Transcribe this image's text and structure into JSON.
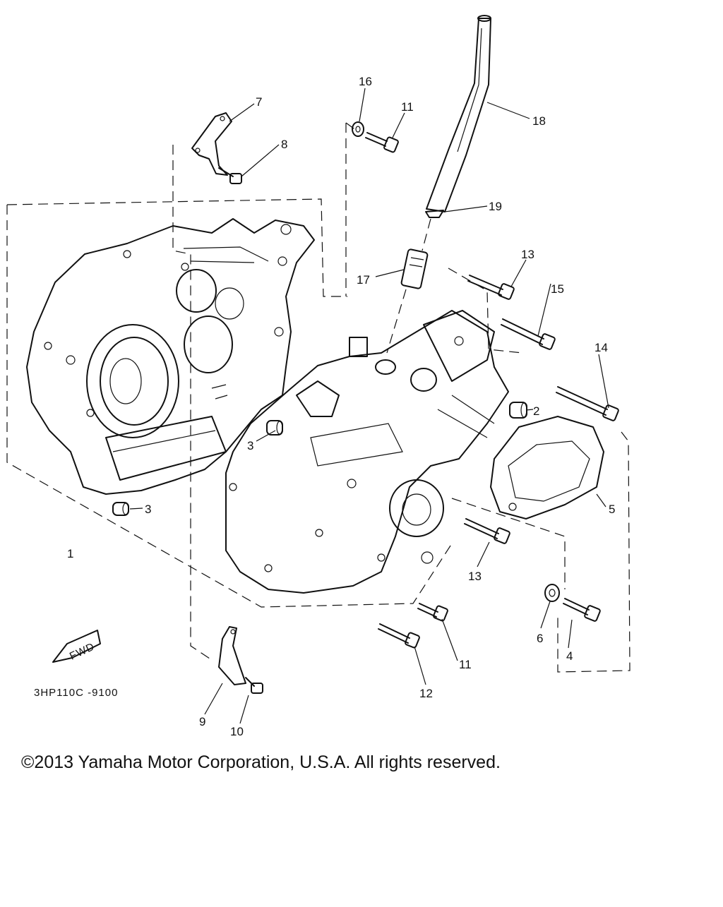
{
  "diagram": {
    "callouts": [
      {
        "id": "c1",
        "text": "1"
      },
      {
        "id": "c2",
        "text": "2"
      },
      {
        "id": "c3a",
        "text": "3"
      },
      {
        "id": "c3b",
        "text": "3"
      },
      {
        "id": "c4",
        "text": "4"
      },
      {
        "id": "c5",
        "text": "5"
      },
      {
        "id": "c6",
        "text": "6"
      },
      {
        "id": "c7",
        "text": "7"
      },
      {
        "id": "c8",
        "text": "8"
      },
      {
        "id": "c9",
        "text": "9"
      },
      {
        "id": "c10",
        "text": "10"
      },
      {
        "id": "c11a",
        "text": "11"
      },
      {
        "id": "c11b",
        "text": "11"
      },
      {
        "id": "c12",
        "text": "12"
      },
      {
        "id": "c13a",
        "text": "13"
      },
      {
        "id": "c13b",
        "text": "13"
      },
      {
        "id": "c14",
        "text": "14"
      },
      {
        "id": "c15",
        "text": "15"
      },
      {
        "id": "c16",
        "text": "16"
      },
      {
        "id": "c17",
        "text": "17"
      },
      {
        "id": "c18",
        "text": "18"
      },
      {
        "id": "c19",
        "text": "19"
      }
    ],
    "fwd_label": "FWD",
    "diagram_code": "3HP110C -9100"
  },
  "footer": {
    "copyright": "©2013 Yamaha Motor Corporation, U.S.A. All rights reserved."
  }
}
